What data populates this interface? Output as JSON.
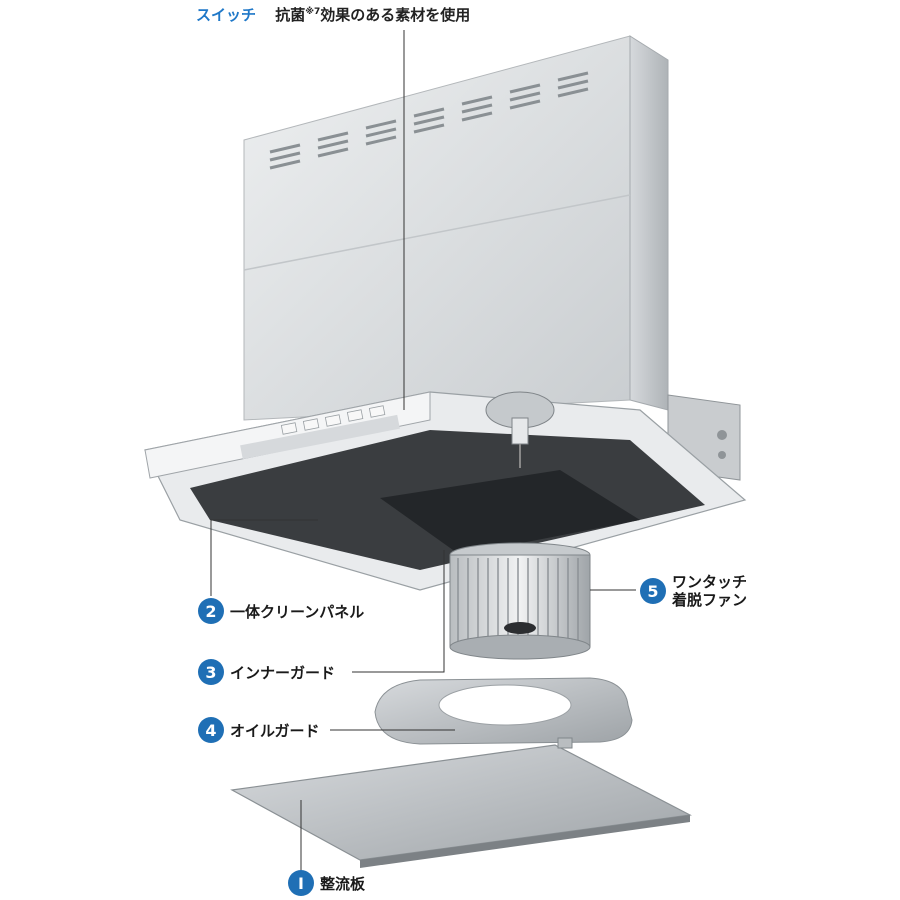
{
  "header": {
    "accent_label": "スイッチ",
    "description_pre": "抗菌",
    "footnote_mark": "※7",
    "description_post": "効果のある素材を使用"
  },
  "callouts": [
    {
      "number": "2",
      "label": "一体クリーンパネル"
    },
    {
      "number": "3",
      "label": "インナーガード"
    },
    {
      "number": "4",
      "label": "オイルガード"
    },
    {
      "number": "5",
      "label_line1": "ワンタッチ",
      "label_line2": "着脱ファン"
    },
    {
      "number": "I",
      "label": "整流板"
    }
  ],
  "colors": {
    "accent": "#1f78c8",
    "badge": "#1f6fb5",
    "steel_light": "#e6e8ea",
    "steel_mid": "#c6cacd",
    "steel_dark": "#8d9296"
  }
}
